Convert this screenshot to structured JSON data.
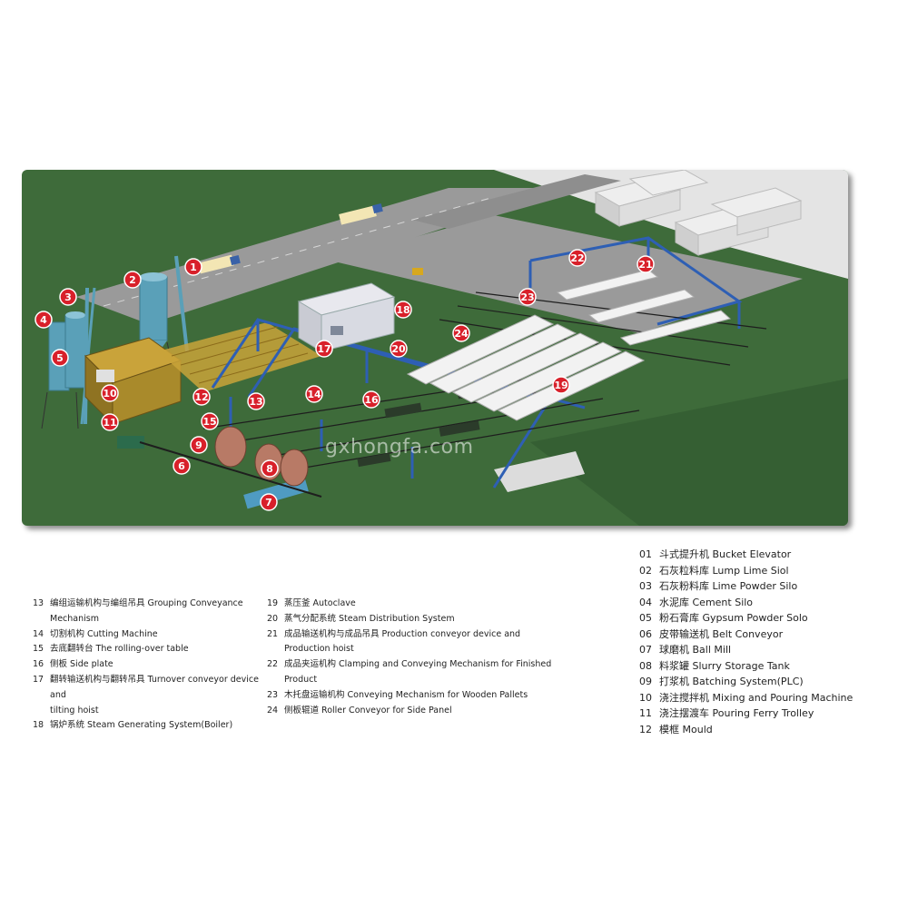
{
  "watermark": "gxhongfa.com",
  "diagram_markers": [
    "1",
    "2",
    "3",
    "4",
    "5",
    "6",
    "7",
    "8",
    "9",
    "10",
    "11",
    "12",
    "13",
    "14",
    "15",
    "16",
    "17",
    "18",
    "19",
    "20",
    "21",
    "22",
    "23",
    "24"
  ],
  "legend_right": [
    {
      "num": "01",
      "text": "斗式提升机  Bucket Elevator"
    },
    {
      "num": "02",
      "text": "石灰粒料库  Lump Lime Siol"
    },
    {
      "num": "03",
      "text": "石灰粉料库  Lime Powder Silo"
    },
    {
      "num": "04",
      "text": "水泥库  Cement Silo"
    },
    {
      "num": "05",
      "text": "粉石膏库  Gypsum Powder Solo"
    },
    {
      "num": "06",
      "text": "皮带输送机  Belt Conveyor"
    },
    {
      "num": "07",
      "text": "球磨机  Ball Mill"
    },
    {
      "num": "08",
      "text": "料浆罐  Slurry Storage Tank"
    },
    {
      "num": "09",
      "text": "打浆机  Batching System(PLC)"
    },
    {
      "num": "10",
      "text": "浇注搅拌机  Mixing and Pouring Machine"
    },
    {
      "num": "11",
      "text": "浇注摆渡车  Pouring Ferry Trolley"
    },
    {
      "num": "12",
      "text": "模框  Mould"
    }
  ],
  "legend_left": [
    {
      "num": "13",
      "text": "编组运输机构与编组吊具  Grouping Conveyance Mechanism"
    },
    {
      "num": "14",
      "text": "切割机构  Cutting Machine"
    },
    {
      "num": "15",
      "text": "去底翻转台  The rolling-over table"
    },
    {
      "num": "16",
      "text": "侧板  Side plate"
    },
    {
      "num": "17",
      "text": "翻转输送机构与翻转吊具  Turnover conveyor device and"
    },
    {
      "num": "",
      "text": "tilting hoist"
    },
    {
      "num": "18",
      "text": "锅炉系统  Steam Generating System(Boiler)"
    }
  ],
  "legend_mid": [
    {
      "num": "19",
      "text": "蒸压釜  Autoclave"
    },
    {
      "num": "20",
      "text": "蒸气分配系统  Steam Distribution System"
    },
    {
      "num": "21",
      "text": "成品输送机构与成品吊具 Production conveyor device and"
    },
    {
      "num": "",
      "text": "Production hoist"
    },
    {
      "num": "22",
      "text": "成品夹运机构  Clamping and Conveying Mechanism for Finished Product"
    },
    {
      "num": "23",
      "text": "木托盘运输机构  Conveying Mechanism for Wooden Pallets"
    },
    {
      "num": "24",
      "text": "侧板辊道  Roller Conveyor for Side Panel"
    }
  ]
}
